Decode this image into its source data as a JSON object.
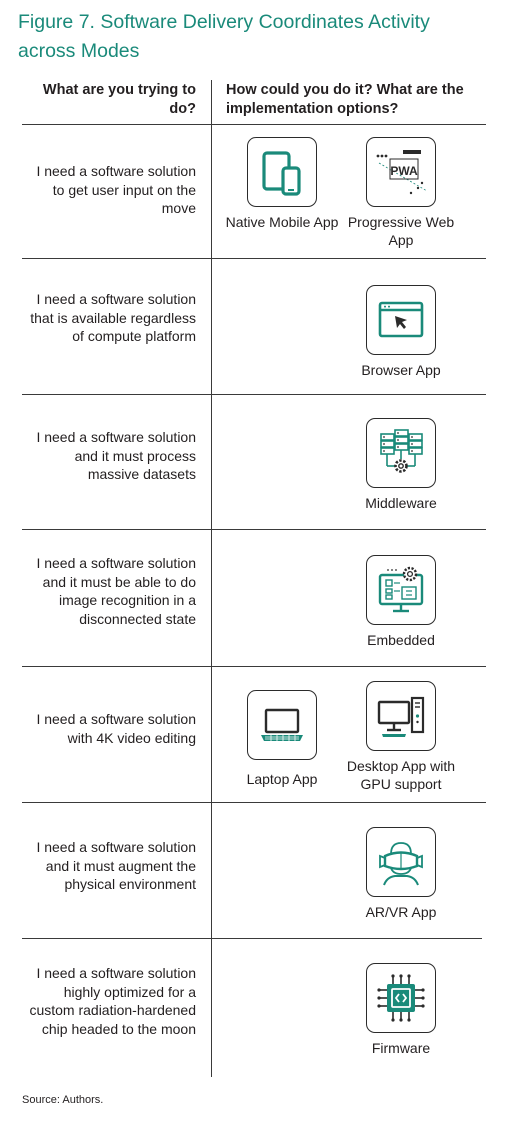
{
  "title": "Figure 7. Software Delivery Coordinates Activity across Modes",
  "header": {
    "left": "What are you trying to do?",
    "right": "How could you do it? What are the implementation options?"
  },
  "rows": [
    {
      "need": "I need a software solution to get user input on the move",
      "options": [
        {
          "label": "Native Mobile App",
          "icon": "mobile-devices-icon"
        },
        {
          "label": "Progressive Web App",
          "icon": "pwa-icon",
          "icon_text": "PWA"
        }
      ]
    },
    {
      "need": "I need a software solution that is available regardless of compute platform",
      "options": [
        {
          "label": "Browser App",
          "icon": "browser-window-icon"
        }
      ]
    },
    {
      "need": "I need a software solution and it must process massive datasets",
      "options": [
        {
          "label": "Middleware",
          "icon": "server-gear-icon"
        }
      ]
    },
    {
      "need": "I need a software solution and it must be able to do image recognition in a disconnected state",
      "options": [
        {
          "label": "Embedded",
          "icon": "embedded-monitor-icon"
        }
      ]
    },
    {
      "need": "I need a software solution with 4K video editing",
      "options": [
        {
          "label": "Laptop App",
          "icon": "laptop-icon"
        },
        {
          "label": "Desktop App with GPU support",
          "icon": "desktop-tower-icon"
        }
      ]
    },
    {
      "need": "I need a software solution and it must augment the physical environment",
      "options": [
        {
          "label": "AR/VR App",
          "icon": "vr-headset-icon"
        }
      ]
    },
    {
      "need": "I need a software solution highly optimized for a custom radiation-hardened chip headed to the moon",
      "options": [
        {
          "label": "Firmware",
          "icon": "chip-icon"
        }
      ]
    }
  ],
  "source": "Source: Authors.",
  "colors": {
    "accent": "#1a8a7a",
    "text": "#231f20",
    "rule": "#3a3a3a"
  }
}
